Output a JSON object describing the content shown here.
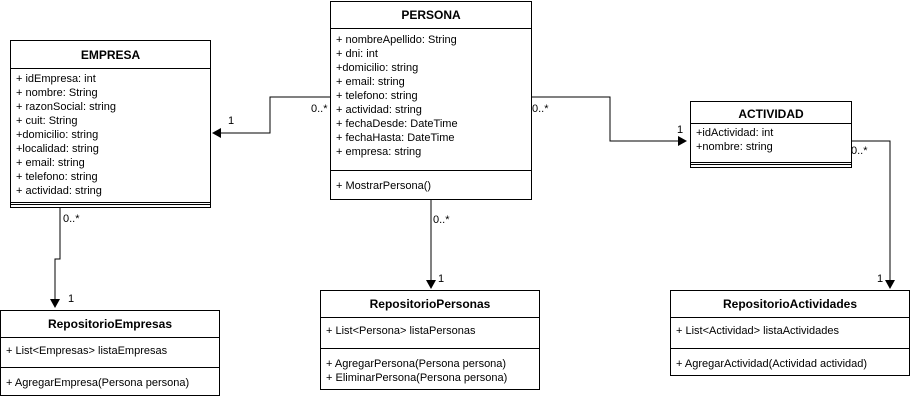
{
  "classes": {
    "persona": {
      "name": "PERSONA",
      "attributes": [
        "+ nombreApellido: String",
        "+ dni: int",
        "+domicilio: string",
        "+ email: string",
        "+ telefono: string",
        "+ actividad: string",
        "+ fechaDesde: DateTime",
        "+ fechaHasta: DateTime",
        "+ empresa: string"
      ],
      "operations": [
        "+ MostrarPersona()"
      ]
    },
    "empresa": {
      "name": "EMPRESA",
      "attributes": [
        "+ idEmpresa: int",
        "+ nombre: String",
        "+ razonSocial: string",
        "+ cuit: String",
        "+domicilio: string",
        "+localidad: string",
        "+ email: string",
        "+ telefono: string",
        "+ actividad: string"
      ],
      "operations": []
    },
    "actividad": {
      "name": "ACTIVIDAD",
      "attributes": [
        "+idActividad: int",
        "+nombre: string"
      ],
      "operations": []
    },
    "repositorio_empresas": {
      "name": "RepositorioEmpresas",
      "attributes": [
        "+ List<Empresas> listaEmpresas"
      ],
      "operations": [
        "+ AgregarEmpresa(Persona persona)"
      ]
    },
    "repositorio_personas": {
      "name": "RepositorioPersonas",
      "attributes": [
        "+ List<Persona> listaPersonas"
      ],
      "operations": [
        "+ AgregarPersona(Persona persona)",
        "+ EliminarPersona(Persona persona)"
      ]
    },
    "repositorio_actividades": {
      "name": "RepositorioActividades",
      "attributes": [
        "+ List<Actividad> listaActividades"
      ],
      "operations": [
        "+ AgregarActividad(Actividad actividad)"
      ]
    }
  },
  "multiplicities": {
    "persona_empresa_source": "0..*",
    "persona_empresa_target": "1",
    "persona_actividad_source": "0..*",
    "persona_actividad_target": "1",
    "empresa_repo_source": "0..*",
    "empresa_repo_target": "1",
    "persona_repo_source": "0..*",
    "persona_repo_target": "1",
    "actividad_repo_source": "0..*",
    "actividad_repo_target": "1"
  }
}
